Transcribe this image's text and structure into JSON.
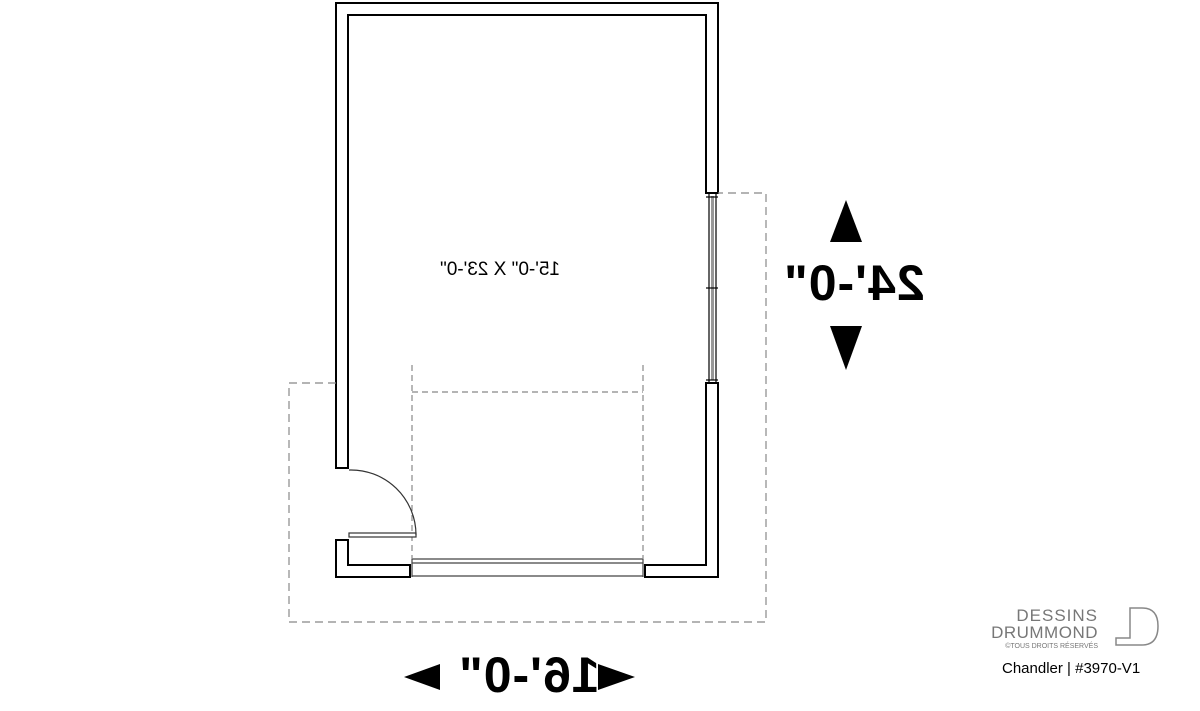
{
  "plan": {
    "room_label": "15'-0\" X 23'-0\"",
    "width_dimension": "16'-0\"",
    "depth_dimension": "24'-0\""
  },
  "logo": {
    "line1": "DESSINS",
    "line2": "DRUMMOND",
    "rights": "©TOUS DROITS RÉSERVÉS",
    "plan_name": "Chandler | #3970-V1"
  }
}
